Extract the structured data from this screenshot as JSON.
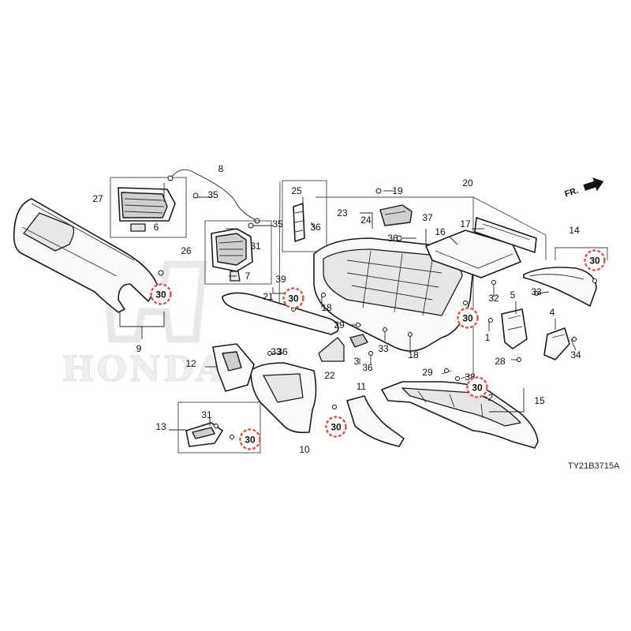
{
  "watermark": {
    "brand": "HONDA"
  },
  "direction": {
    "label": "FR."
  },
  "diagram_code": "TY21B3715A",
  "highlight_color": "#d9534f",
  "highlighted_part": "30",
  "callouts": [
    "1",
    "2",
    "3",
    "4",
    "5",
    "6",
    "7",
    "8",
    "9",
    "10",
    "11",
    "12",
    "13",
    "14",
    "15",
    "16",
    "17",
    "18",
    "18",
    "20",
    "21",
    "22",
    "23",
    "24",
    "25",
    "26",
    "27",
    "28",
    "29",
    "29",
    "31",
    "31",
    "32",
    "33",
    "33",
    "33",
    "34",
    "35",
    "35",
    "36",
    "36",
    "36",
    "36",
    "37",
    "38",
    "39",
    "19"
  ],
  "highlights": [
    "30",
    "30",
    "30",
    "30",
    "30",
    "30",
    "30",
    "30"
  ]
}
